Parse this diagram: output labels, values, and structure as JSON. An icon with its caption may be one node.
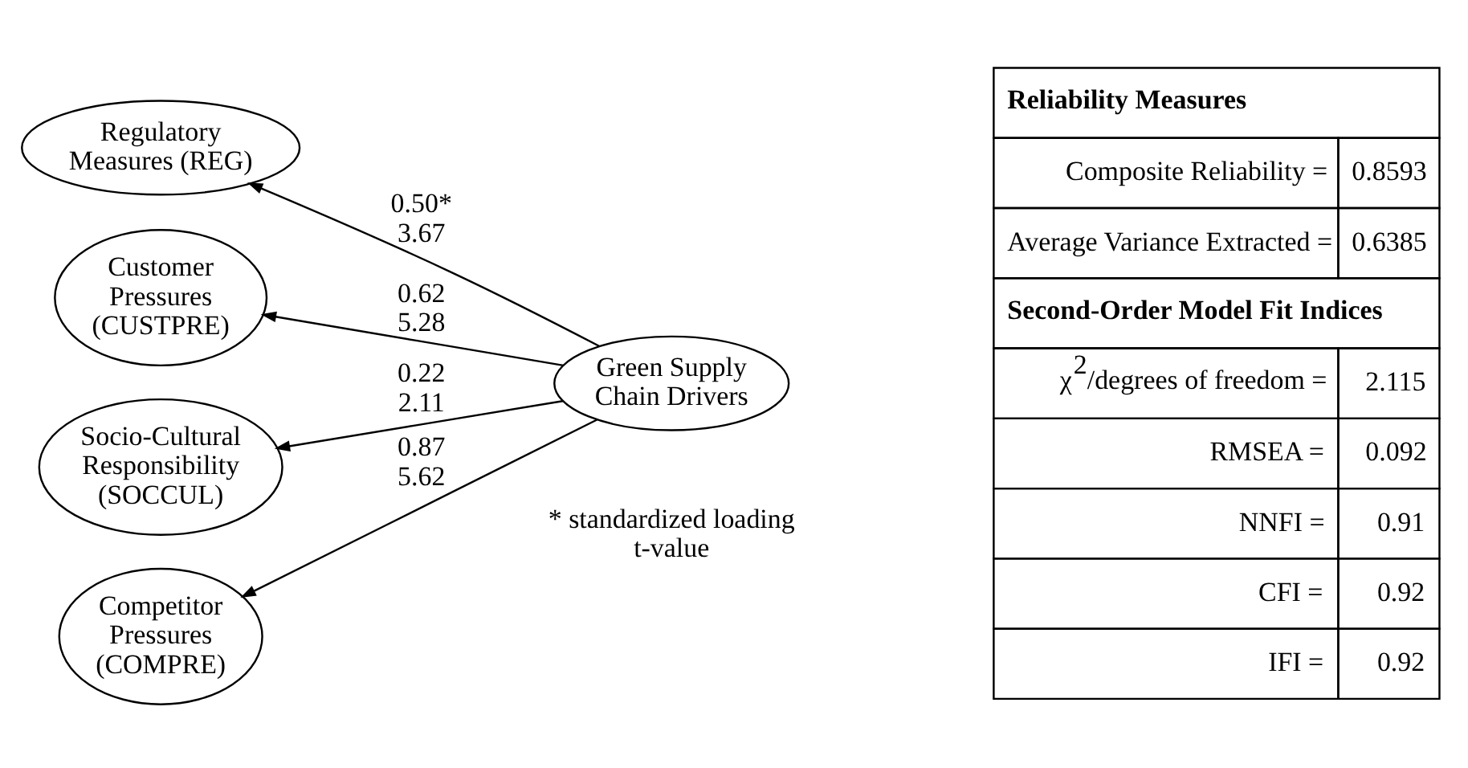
{
  "diagram": {
    "nodes": [
      {
        "text": [
          "Regulatory Measures (REG)"
        ]
      },
      {
        "text": [
          "Customer Pressures (CUSTPRE)"
        ]
      },
      {
        "text": [
          "Socio-Cultural Responsibility (SOCCUL)"
        ]
      },
      {
        "text": [
          "Competitor Pressures (COMPRE)"
        ]
      },
      {
        "text": [
          "Green Supply Chain Drivers"
        ]
      }
    ],
    "edges": [
      {
        "from": 4,
        "to": 0,
        "arrow": "to",
        "label": "0.50* 3.67"
      },
      {
        "from": 4,
        "to": 1,
        "arrow": "to",
        "label": "0.62 5.28"
      },
      {
        "from": 4,
        "to": 2,
        "arrow": "to",
        "label": "0.22 2.11"
      },
      {
        "from": 4,
        "to": 3,
        "arrow": "to",
        "label": "0.87 5.62"
      }
    ],
    "labels": [
      "* standardized loading",
      "t-value",
      "Reliability Measures",
      "Composite Reliability =",
      "0.8593",
      "Average Variance Extracted =",
      "0.6385",
      "Second-Order Model Fit Indices",
      "χ$^{2}$/degrees of freedom =",
      "2.115",
      "RMSEA =",
      "0.092",
      "NNFI =",
      "0.91",
      "CFI =",
      "0.92",
      "IFI =",
      "0.92"
    ]
  }
}
